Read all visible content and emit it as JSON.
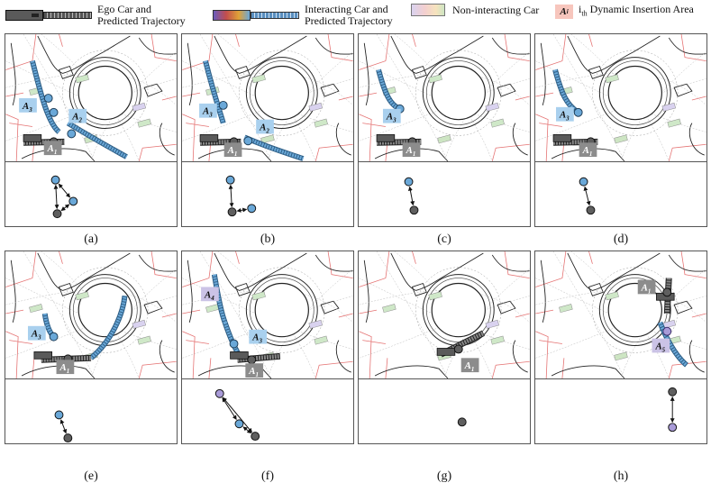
{
  "legend": {
    "ego": {
      "text_line1": "Ego Car and",
      "text_line2": "Predicted Trajectory"
    },
    "interacting": {
      "text_line1": "Interacting Car and",
      "text_line2": "Predicted Trajectory"
    },
    "noninteracting": {
      "text": "Non-interacting Car"
    },
    "area": {
      "symbol": "A",
      "symbol_sub": "i",
      "text_pre": "i",
      "text_sub": "th",
      "text_post": " Dynamic Insertion Area"
    }
  },
  "colors": {
    "ego": "#5a5a5a",
    "interacting": "#6aa8d8",
    "interacting_special": "#a99bd8",
    "area_blue": "#a9d0ee",
    "area_gray": "#8c8c8c",
    "area_purple": "#cbc3e6",
    "noninteracting_green": "#cfe8c8",
    "road_red": "#e57373"
  },
  "panels": [
    {
      "caption": "(a)",
      "labels": [
        {
          "letter": "A",
          "sub": "3",
          "kind": "blue"
        },
        {
          "letter": "A",
          "sub": "2",
          "kind": "blue"
        },
        {
          "letter": "A",
          "sub": "1",
          "kind": "gray"
        }
      ]
    },
    {
      "caption": "(b)",
      "labels": [
        {
          "letter": "A",
          "sub": "3",
          "kind": "blue"
        },
        {
          "letter": "A",
          "sub": "2",
          "kind": "blue"
        },
        {
          "letter": "A",
          "sub": "1",
          "kind": "gray"
        }
      ]
    },
    {
      "caption": "(c)",
      "labels": [
        {
          "letter": "A",
          "sub": "3",
          "kind": "blue"
        },
        {
          "letter": "A",
          "sub": "1",
          "kind": "gray"
        }
      ]
    },
    {
      "caption": "(d)",
      "labels": [
        {
          "letter": "A",
          "sub": "3",
          "kind": "blue"
        },
        {
          "letter": "A",
          "sub": "1",
          "kind": "gray"
        }
      ]
    },
    {
      "caption": "(e)",
      "labels": [
        {
          "letter": "A",
          "sub": "3",
          "kind": "blue"
        },
        {
          "letter": "A",
          "sub": "1",
          "kind": "gray"
        }
      ]
    },
    {
      "caption": "(f)",
      "labels": [
        {
          "letter": "A",
          "sub": "4",
          "kind": "purple"
        },
        {
          "letter": "A",
          "sub": "3",
          "kind": "blue"
        },
        {
          "letter": "A",
          "sub": "1",
          "kind": "gray"
        }
      ]
    },
    {
      "caption": "(g)",
      "labels": [
        {
          "letter": "A",
          "sub": "1",
          "kind": "gray"
        }
      ]
    },
    {
      "caption": "(h)",
      "labels": [
        {
          "letter": "A",
          "sub": "1",
          "kind": "gray"
        },
        {
          "letter": "A",
          "sub": "5",
          "kind": "purple"
        }
      ]
    }
  ]
}
